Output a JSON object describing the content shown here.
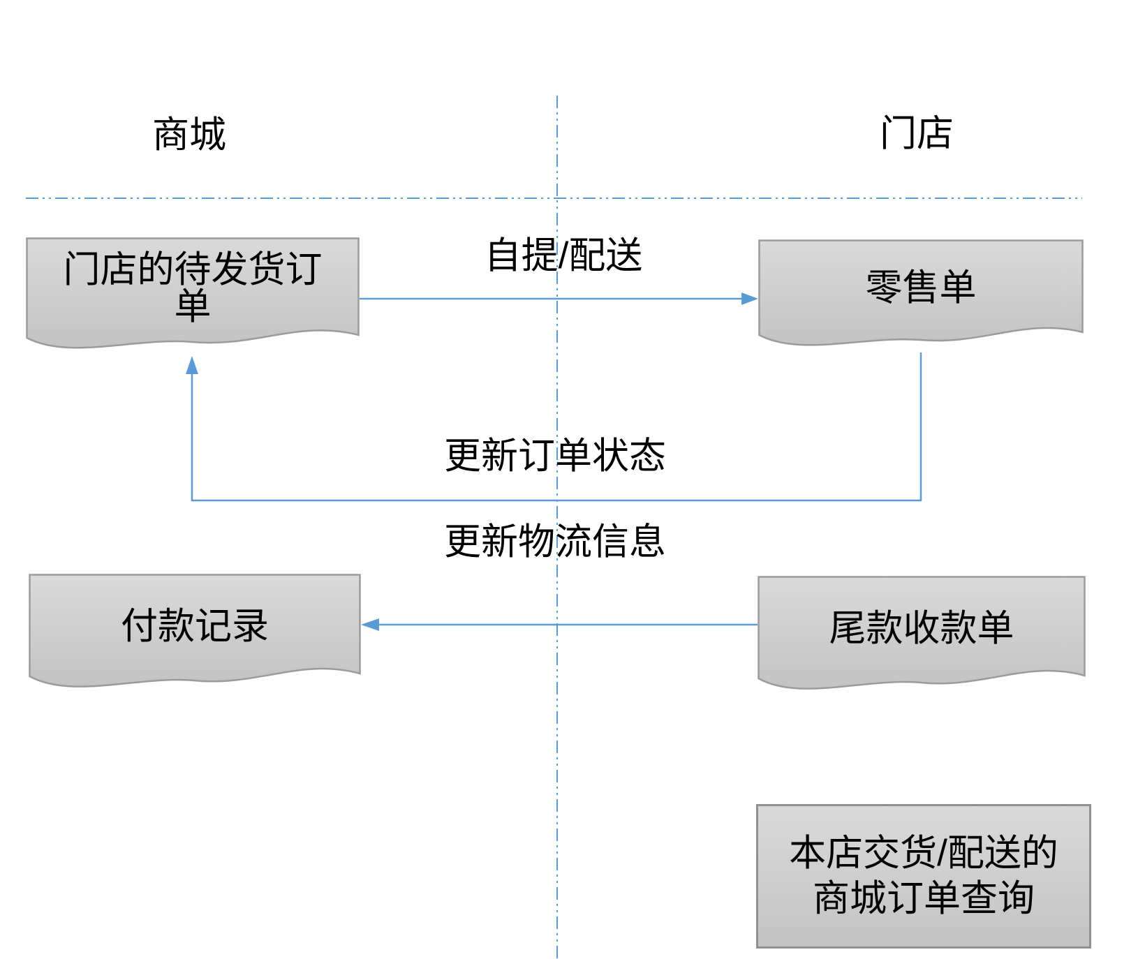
{
  "lanes": {
    "left": "商城",
    "right": "门店"
  },
  "nodes": {
    "pending_orders": {
      "label": "门店的待发货订\n单"
    },
    "retail_order": {
      "label": "零售单"
    },
    "payment_record": {
      "label": "付款记录"
    },
    "final_payment_receipt": {
      "label": "尾款收款单"
    },
    "store_delivery_query": {
      "label": "本店交货/配送的\n商城订单查询"
    }
  },
  "edges": {
    "pickup_delivery": {
      "label": "自提/配送"
    },
    "update_order_status": {
      "label": "更新订单状态"
    },
    "update_logistics": {
      "label": "更新物流信息"
    }
  },
  "colors": {
    "connector": "#5B9BD5",
    "node_border": "#9b9b9b",
    "node_fill_top": "#dadada",
    "node_fill_bottom": "#c3c3c3",
    "text": "#000000"
  }
}
